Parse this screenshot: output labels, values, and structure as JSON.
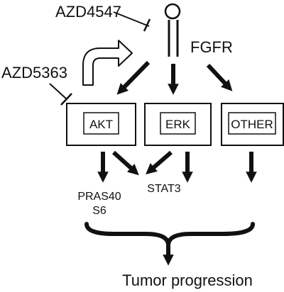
{
  "drugs": {
    "fgfr_inhibitor": "AZD4547",
    "akt_inhibitor": "AZD5363"
  },
  "receptor": {
    "label": "FGFR"
  },
  "pathways": {
    "akt": "AKT",
    "erk": "ERK",
    "other": "OTHER"
  },
  "effectors": {
    "pras40": "PRAS40",
    "s6": "S6",
    "stat3": "STAT3"
  },
  "outcome": "Tumor progression",
  "colors": {
    "ink": "#111111",
    "background": "#ffffff"
  }
}
